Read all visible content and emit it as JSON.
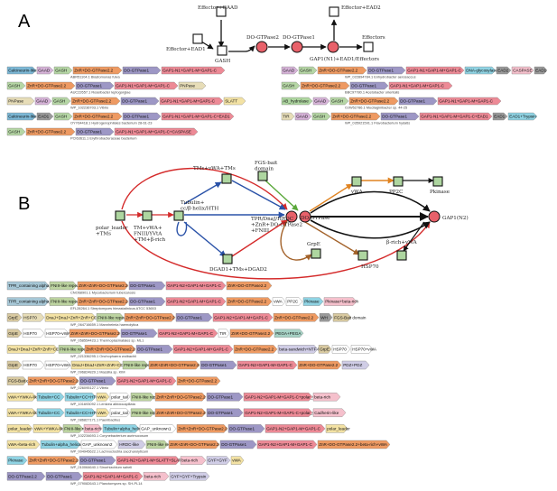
{
  "panels": {
    "a": "A",
    "b": "B"
  },
  "colors": {
    "GAADtag": "#d6b3d8",
    "GASH": "#b5d6a5",
    "ZnR": "#ee9a62",
    "DO": "#9d97c5",
    "GAP": "#ed8a96",
    "gray": "#9a9a9a",
    "blue": "#7cb8d6",
    "yellow": "#f3e2a4",
    "beige": "#e7ddb8",
    "tan": "#d8c9a0",
    "green": "#aed6a0",
    "teal": "#a6d2c5",
    "tpr": "#a6c7d6",
    "fn": "#bcd3a0",
    "lav": "#d0cde6",
    "white": "#ffffff",
    "pink": "#f5c0cc",
    "cyan": "#8fd3e3",
    "orange": "#f2c27e"
  },
  "panelA": {
    "nodes": {
      "effectorGAAD": "Effector+GAAD",
      "effectorEAD1": "Effector+EAD1",
      "gash": "GASH",
      "doGTPase2": "DO-GTPase2",
      "doGTPase1": "DO-GTPase1",
      "gapN1": "GAP1(N1)+EAD1/Effectors",
      "effectorEAD2": "Effector+EAD2",
      "effectors": "Effectors"
    },
    "left": [
      {
        "acc": "ABR51104.1 Blastomonas fulva",
        "segs": [
          [
            "Calcineurin-like",
            "blue",
            32
          ],
          [
            "GAAD",
            "GAADtag",
            18
          ],
          [
            "GASH",
            "GASH",
            20
          ],
          [
            "ZnR+DO-GTPase2.2",
            "ZnR",
            54
          ],
          [
            "DO-GTPase1",
            "DO",
            42
          ],
          [
            "GAP1-N1+GAP1-M+GAP1-C",
            "GAP",
            70
          ]
        ]
      },
      {
        "acc": "AUC22657.1 Roseibacter leptogorgiae",
        "segs": [
          [
            "GASH",
            "GASH",
            20
          ],
          [
            "ZnR+DO-GTPase2.2",
            "ZnR",
            54
          ],
          [
            "DO-GTPase1",
            "DO",
            42
          ],
          [
            "GAP1-N1+GAP1-M+GAP1-C",
            "GAP",
            70
          ],
          [
            "PNPase",
            "beige",
            30
          ]
        ]
      },
      {
        "acc": "WP_102236703.1 Vibrio",
        "segs": [
          [
            "PNPase",
            "beige",
            30
          ],
          [
            "GAAD",
            "GAADtag",
            18
          ],
          [
            "GASH",
            "GASH",
            20
          ],
          [
            "ZnR+DO-GTPase2.2",
            "ZnR",
            54
          ],
          [
            "DO-GTPase1",
            "DO",
            42
          ],
          [
            "GAP1-N1+GAP1-M+GAP1-C",
            "GAP",
            70
          ],
          [
            "SLATT",
            "yellow",
            24
          ]
        ]
      },
      {
        "acc": "OYY64418.1 Hydrogenophilales bacterium 28-61-23",
        "segs": [
          [
            "Calcineurin-like",
            "blue",
            32
          ],
          [
            "EAD1",
            "gray",
            18
          ],
          [
            "GASH",
            "GASH",
            20
          ],
          [
            "ZnR+DO-GTPase2.2",
            "ZnR",
            54
          ],
          [
            "DO-GTPase1",
            "DO",
            42
          ],
          [
            "GAP1-N1+GAP1-M+GAP1-C+EAD1",
            "GAP",
            80
          ]
        ]
      },
      {
        "acc": "PCI63611.1 Erythrobacteraceae bacterium",
        "segs": [
          [
            "GASH",
            "GASH",
            20
          ],
          [
            "ZnR+DO-GTPase2.2",
            "ZnR",
            54
          ],
          [
            "DO-GTPase1",
            "DO",
            42
          ],
          [
            "GAP1-N1+GAP1-M+GAP1-C+CASPASE",
            "GAP",
            92
          ]
        ]
      }
    ],
    "right": [
      {
        "acc": "WP_022894784.1 Enhydrobacter aerosaccus",
        "segs": [
          [
            "GAAD",
            "GAADtag",
            18
          ],
          [
            "GASH",
            "GASH",
            20
          ],
          [
            "ZnR+DO-GTPase2.2",
            "ZnR",
            54
          ],
          [
            "DO-GTPase1",
            "DO",
            42
          ],
          [
            "GAP1-N1+GAP1-M+GAP1-C",
            "GAP",
            64
          ],
          [
            "DNA-glycosylase",
            "cyan",
            34
          ],
          [
            "EAD2",
            "gray",
            16
          ],
          [
            "CASPASE",
            "pink",
            24
          ],
          [
            "EAD1",
            "gray",
            14
          ]
        ]
      },
      {
        "acc": "BBC97780.1 Acetobacter orientalis",
        "segs": [
          [
            "GASH",
            "GASH",
            20
          ],
          [
            "ZnR+DO-GTPase2.2",
            "ZnR",
            54
          ],
          [
            "DO-GTPase1",
            "DO",
            42
          ],
          [
            "GAP1-N1+GAP1-M+GAP1-C",
            "GAP",
            70
          ]
        ]
      },
      {
        "acc": "OJW52786.1 Mucilaginibacter sp. 44-25",
        "segs": [
          [
            "AB_hydrolase",
            "green",
            34
          ],
          [
            "GAAD",
            "GAADtag",
            18
          ],
          [
            "GASH",
            "GASH",
            20
          ],
          [
            "ZnR+DO-GTPase2.2",
            "ZnR",
            54
          ],
          [
            "DO-GTPase1",
            "DO",
            42
          ],
          [
            "GAP1-N1+GAP1-M+GAP1-C",
            "GAP",
            70
          ]
        ]
      },
      {
        "acc": "WP_035921591.1 Flavobacterium hydatis",
        "segs": [
          [
            "TIR",
            "beige",
            14
          ],
          [
            "GAAD",
            "GAADtag",
            18
          ],
          [
            "GASH",
            "GASH",
            20
          ],
          [
            "ZnR+DO-GTPase2.2",
            "ZnR",
            54
          ],
          [
            "DO-GTPase1",
            "DO",
            42
          ],
          [
            "GAP1-N1+GAP1-M+GAP1-C+EAD1",
            "GAP",
            80
          ],
          [
            "EAD1",
            "gray",
            16
          ],
          [
            "EAD1+Trypsin",
            "cyan",
            32
          ]
        ]
      }
    ]
  },
  "panelB": {
    "nodes": {
      "polarLeader": "polar_leader\n+TMs",
      "tmVwa": "TM+vWA+\nFNIII/YVtA\n+TM+β-rich",
      "tubulin": "Tubulin+\ncc/β-helix/HTH",
      "tmsVwaTms": "TMs+vWA+TMs",
      "fgsBait": "FGS-bait\ndomain",
      "tprDnaj": "TPR/DnaJ/HRDC\n+ZnR+DO-GTPase2\n+FNIII",
      "dgad": "DGAD1+TMs+DGAD2",
      "doGtp": "DO-GTPase",
      "vwa": "vWA",
      "pp2c": "PP2C",
      "pkinase": "Pkinase",
      "grpe": "GrpE",
      "hsp70": "HSP70",
      "betaRich": "β-rich+vWA",
      "gap1n2": "GAP1(N2)"
    },
    "rows": [
      {
        "acc": "CNO68901.1 Mycobacterium tuberculosis",
        "segs": [
          [
            "TPR_containing alpha_helical",
            "tpr",
            46
          ],
          [
            "FNIII-like repeats",
            "fn",
            30
          ],
          [
            "ZnR+ZnR+DO-GTPase2.2",
            "ZnR",
            56
          ],
          [
            "DO-GTPase1",
            "DO",
            40
          ],
          [
            "GAP1-N2+GAP1-M+GAP1-C",
            "GAP",
            66
          ],
          [
            "ZnR+DO-GTPase2.2",
            "ZnR",
            50
          ]
        ]
      },
      {
        "acc": "EFL28264.1 Streptomyces himastatinicus ATCC 53653",
        "segs": [
          [
            "TPR_containing alpha_helical",
            "tpr",
            46
          ],
          [
            "FNIII-like repeats",
            "fn",
            30
          ],
          [
            "ZnR+ZnR+DO-GTPase2.2",
            "ZnR",
            56
          ],
          [
            "DO-GTPase1",
            "DO",
            40
          ],
          [
            "GAP1-N2+GAP1-M+GAP1-C",
            "GAP",
            66
          ],
          [
            "ZnR+DO-GTPase2.2",
            "ZnR",
            50
          ],
          [
            "vWA",
            "white",
            14
          ],
          [
            "PP2C",
            "white",
            18
          ],
          [
            "Pkinase",
            "cyan",
            22
          ],
          [
            "Pkinase+beta-rich",
            "pink",
            36
          ]
        ]
      },
      {
        "acc": "WP_064716659.1 Mannheimia haemolytica",
        "segs": [
          [
            "GrpE",
            "tan",
            16
          ],
          [
            "HSP70",
            "beige",
            24
          ],
          [
            "DnaJ+DnaJ+ZnR+ZnR+CC",
            "yellow",
            56
          ],
          [
            "FNIII-like repeats",
            "fn",
            30
          ],
          [
            "ZnR+ZnR+DO-GTPase2.2",
            "ZnR",
            56
          ],
          [
            "DO-GTPase1",
            "DO",
            40
          ],
          [
            "GAP1-N2+GAP1-M+GAP1-C",
            "GAP",
            66
          ],
          [
            "ZnR+DO-GTPase2.2",
            "ZnR",
            50
          ],
          [
            "WH",
            "gray",
            14
          ],
          [
            "FGS-Bait domain",
            "tan",
            20
          ]
        ]
      },
      {
        "acc": "WP_058554423.1 Thermoplasmatales sp. ML1",
        "segs": [
          [
            "GrpE",
            "tan",
            16
          ],
          [
            "HSP70",
            "white",
            24
          ],
          [
            "HSP70+vWA",
            "white",
            26
          ],
          [
            "ZnR+ZnR+DO-GTPase2.2",
            "ZnR",
            56
          ],
          [
            "DO-GTPase1",
            "DO",
            40
          ],
          [
            "GAP1-N2+GAP1-M+GAP1-C",
            "GAP",
            66
          ],
          [
            "TIR",
            "white",
            12
          ],
          [
            "ZnR+DO-GTPase2.2",
            "ZnR",
            48
          ],
          [
            "PEGA+PEGA",
            "teal",
            32
          ]
        ]
      },
      {
        "acc": "WP_021336295.1 Onchophaera wolbachii",
        "segs": [
          [
            "DnaJ+DnaJ+ZnR+ZnR+CC",
            "yellow",
            56
          ],
          [
            "FNIII-like repeats",
            "fn",
            28
          ],
          [
            "ZnR+ZnR+DO-GTPase2.2",
            "ZnR",
            56
          ],
          [
            "DO-GTPase1",
            "DO",
            40
          ],
          [
            "GAP1-N2+GAP1-M+GAP1-C",
            "GAP",
            66
          ],
          [
            "ZnR+DO-GTPase2.2",
            "ZnR",
            48
          ],
          [
            "beta-sandwich+NTF-like",
            "lav",
            44
          ],
          [
            "GrpE",
            "tan",
            14
          ],
          [
            "HSP70",
            "white",
            20
          ],
          [
            "HSP70+vWA",
            "white",
            24
          ]
        ]
      },
      {
        "acc": "WP_096824829.1 Massilia sp. KIM",
        "segs": [
          [
            "GrpE",
            "tan",
            16
          ],
          [
            "HSP70",
            "white",
            24
          ],
          [
            "HSP70+vWA",
            "white",
            28
          ],
          [
            "DnaJ+DnaJ+ZnR+ZnR+CC",
            "yellow",
            56
          ],
          [
            "FNIII-like repeats",
            "fn",
            28
          ],
          [
            "ZnR+ZnR+DO-GTPase2.2",
            "ZnR",
            56
          ],
          [
            "DO-GTPase1",
            "DO",
            40
          ],
          [
            "GAP1-N2+GAP1-M+GAP1-C",
            "GAP",
            66
          ],
          [
            "ZnR+DO-GTPase2.2",
            "ZnR",
            48
          ],
          [
            "PDZ+PDZ",
            "lav",
            30
          ]
        ]
      },
      {
        "acc": "WP_026095127.1 Vibrio",
        "segs": [
          [
            "FGS-Bait domain",
            "tan",
            22
          ],
          [
            "ZnR+ZnR+DO-GTPase2.2",
            "ZnR",
            56
          ],
          [
            "DO-GTPase1",
            "DO",
            40
          ],
          [
            "GAP1-N2+GAP1-M+GAP1-C",
            "GAP",
            66
          ],
          [
            "ZnR+DO-GTPase2.2",
            "ZnR",
            48
          ]
        ]
      },
      {
        "acc": "WP_101693092.1 Lentzea albidocapillata",
        "segs": [
          [
            "vWA+YWKA-like",
            "yellow",
            32
          ],
          [
            "Tubulin+CC",
            "cyan",
            30
          ],
          [
            "Tubulin+CC+HTH",
            "cyan",
            34
          ],
          [
            "vWA",
            "yellow",
            14
          ],
          [
            "polar_tail",
            "white",
            22
          ],
          [
            "FNIII-like repeats",
            "fn",
            26
          ],
          [
            "ZnR+ZnR+DO-GTPase2.2",
            "ZnR",
            56
          ],
          [
            "DO-GTPase1",
            "DO",
            40
          ],
          [
            "GAP1-N2+GAP1-M+GAP1-C+polar_tail",
            "GAP",
            76
          ],
          [
            "beta-rich",
            "pink",
            30
          ]
        ]
      },
      {
        "acc": "WP_086827171.1 Paenibacillus",
        "segs": [
          [
            "vWA+YWKA-like",
            "yellow",
            32
          ],
          [
            "Tubulin+CC",
            "cyan",
            30
          ],
          [
            "Tubulin+CC+HTH",
            "cyan",
            34
          ],
          [
            "vWA",
            "yellow",
            14
          ],
          [
            "polar_tail",
            "white",
            22
          ],
          [
            "FNIII-like repeats",
            "fn",
            26
          ],
          [
            "ZnR+ZnR+DO-GTPase2.2",
            "ZnR",
            56
          ],
          [
            "DO-GTPase1",
            "DO",
            40
          ],
          [
            "GAP1-N2+GAP1-M+GAP1-C+polar_tail",
            "GAP",
            76
          ],
          [
            "Cadherin-like",
            "pink",
            36
          ]
        ]
      },
      {
        "acc": "WP_102234693.1 Corynebacterium aurimucosum",
        "segs": [
          [
            "polar_leader",
            "yellow",
            28
          ],
          [
            "vWA+YWKA-like",
            "yellow",
            32
          ],
          [
            "FNIII-like repeats",
            "fn",
            22
          ],
          [
            "beta-rich",
            "pink",
            20
          ],
          [
            "Tubulin+alpha_helical",
            "cyan",
            40
          ],
          [
            "GAP_unknown1",
            "white",
            40
          ],
          [
            "ZnR+ZnR+DO-GTPase2.2",
            "ZnR",
            56
          ],
          [
            "DO-GTPase1",
            "DO",
            40
          ],
          [
            "GAP1-N2+GAP1-M+GAP1-C",
            "GAP",
            66
          ],
          [
            "polar_leader",
            "yellow",
            24
          ]
        ]
      },
      {
        "acc": "WP_004945622.1 Lachnoclostria saccharolyticum",
        "segs": [
          [
            "vWA+beta-rich",
            "yellow",
            36
          ],
          [
            "Tubulin+alpha_helical",
            "cyan",
            44
          ],
          [
            "GAP_unknown2",
            "white",
            40
          ],
          [
            "HRDC-like",
            "lav",
            30
          ],
          [
            "FNIII-like repeats",
            "fn",
            24
          ],
          [
            "ZnR+ZnR+DO-GTPase2.2",
            "ZnR",
            56
          ],
          [
            "DO-GTPase1",
            "DO",
            40
          ],
          [
            "GAP1-N2+GAP1-M+GAP1-C",
            "GAP",
            66
          ],
          [
            "ZnR+DO-GTPase2.2+beta-rich+vWA",
            "ZnR",
            80
          ]
        ]
      },
      {
        "acc": "WP_010064640.1 Sinorhizobium saheli",
        "segs": [
          [
            "Pkinase",
            "cyan",
            22
          ],
          [
            "ZnR+ZnR+DO-GTPase2.2",
            "ZnR",
            56
          ],
          [
            "DO-GTPase1",
            "DO",
            40
          ],
          [
            "GAP1-N2+GAP1-M+SLATT+SLATT",
            "GAP",
            70
          ],
          [
            "beta-rich",
            "pink",
            28
          ],
          [
            "GYF+GYF",
            "lav",
            26
          ],
          [
            "vWA",
            "yellow",
            14
          ]
        ]
      },
      {
        "acc": "WP_079082643.1 Planctomyces sp. SH-PL14",
        "segs": [
          [
            "DO-GTPase2.2",
            "DO",
            42
          ],
          [
            "DO-GTPase1",
            "DO",
            40
          ],
          [
            "GAP1-N2+GAP1-M+GAP1-C",
            "GAP",
            66
          ],
          [
            "beta-rich",
            "pink",
            28
          ],
          [
            "GYF+GYF+Trypsin",
            "lav",
            44
          ]
        ]
      }
    ]
  }
}
